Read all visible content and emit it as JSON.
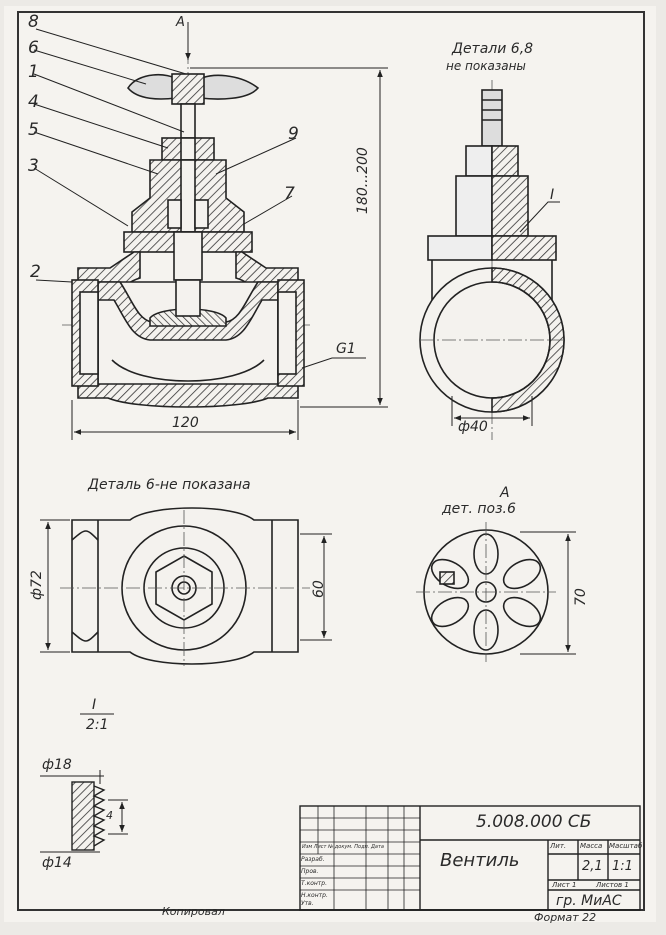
{
  "drawing": {
    "view_letter": "A",
    "front_view": {
      "part_numbers": [
        "8",
        "6",
        "1",
        "4",
        "5",
        "3",
        "9",
        "7",
        "2"
      ],
      "dimensions": {
        "overall_height": "180...200",
        "width": "120",
        "thread": "G1"
      }
    },
    "side_view": {
      "note_line1": "Детали 6,8",
      "note_line2": "не показаны",
      "section_mark": "I",
      "diameter": "ф40"
    },
    "top_view": {
      "note": "Деталь 6-не показана",
      "diameter": "ф72",
      "width": "60"
    },
    "handwheel_view": {
      "letter": "A",
      "label": "дет. поз.6",
      "size": "70"
    },
    "detail": {
      "label": "I",
      "scale": "2:1",
      "d_outer": "ф18",
      "d_inner": "ф14",
      "pitch": "4"
    }
  },
  "title_block": {
    "designation": "5.008.000 СБ",
    "name": "Вентиль",
    "mass": "2,1",
    "scale": "1:1",
    "sheet_label": "Лист 1",
    "sheets_label": "Листов 1",
    "group": "гр. МиАС",
    "change_cols": "Изм Лист № докум. Подп. Дата",
    "row_labels": [
      "Разраб.",
      "Пров.",
      "Т.контр.",
      "Н.контр.",
      "Утв."
    ],
    "col_labels": [
      "Лит.",
      "Масса",
      "Масштаб"
    ]
  },
  "footer": {
    "copied": "Копировал",
    "format": "Формат 22"
  }
}
